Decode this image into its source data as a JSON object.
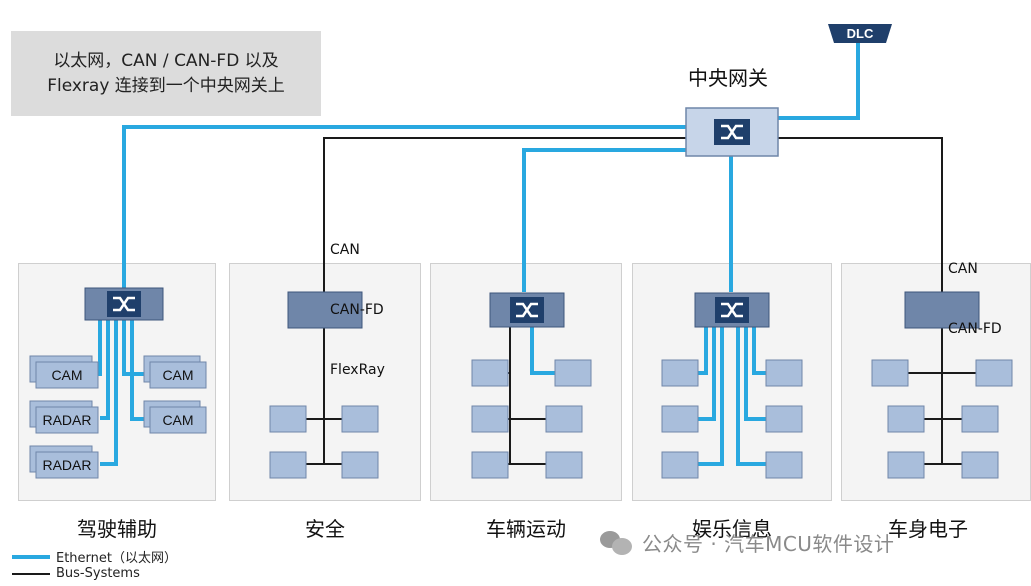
{
  "note": {
    "line1": "以太网，CAN / CAN-FD 以及",
    "line2": "Flexray 连接到一个中央网关上"
  },
  "gateway": {
    "label": "中央网关",
    "dlc": "DLC"
  },
  "bus_labels": {
    "safety": [
      "CAN",
      "CAN-FD",
      "FlexRay"
    ],
    "body": [
      "CAN",
      "CAN-FD"
    ]
  },
  "zones": [
    {
      "name": "驾驶辅助"
    },
    {
      "name": "安全"
    },
    {
      "name": "车辆运动"
    },
    {
      "name": "娱乐信息"
    },
    {
      "name": "车身电子"
    }
  ],
  "sensors": {
    "cam": "CAM",
    "radar": "RADAR"
  },
  "legend": {
    "ethernet": "Ethernet（以太网）",
    "bus": "Bus-Systems"
  },
  "watermark": "公众号 · 汽车MCU软件设计",
  "colors": {
    "ethernet": "#29a8e0",
    "bus": "#1a1a1a",
    "switch": "#1f3f6b",
    "ecu": "#a9bedb",
    "ecu_dark": "#6f86a9",
    "dlc": "#1f3f6b"
  }
}
